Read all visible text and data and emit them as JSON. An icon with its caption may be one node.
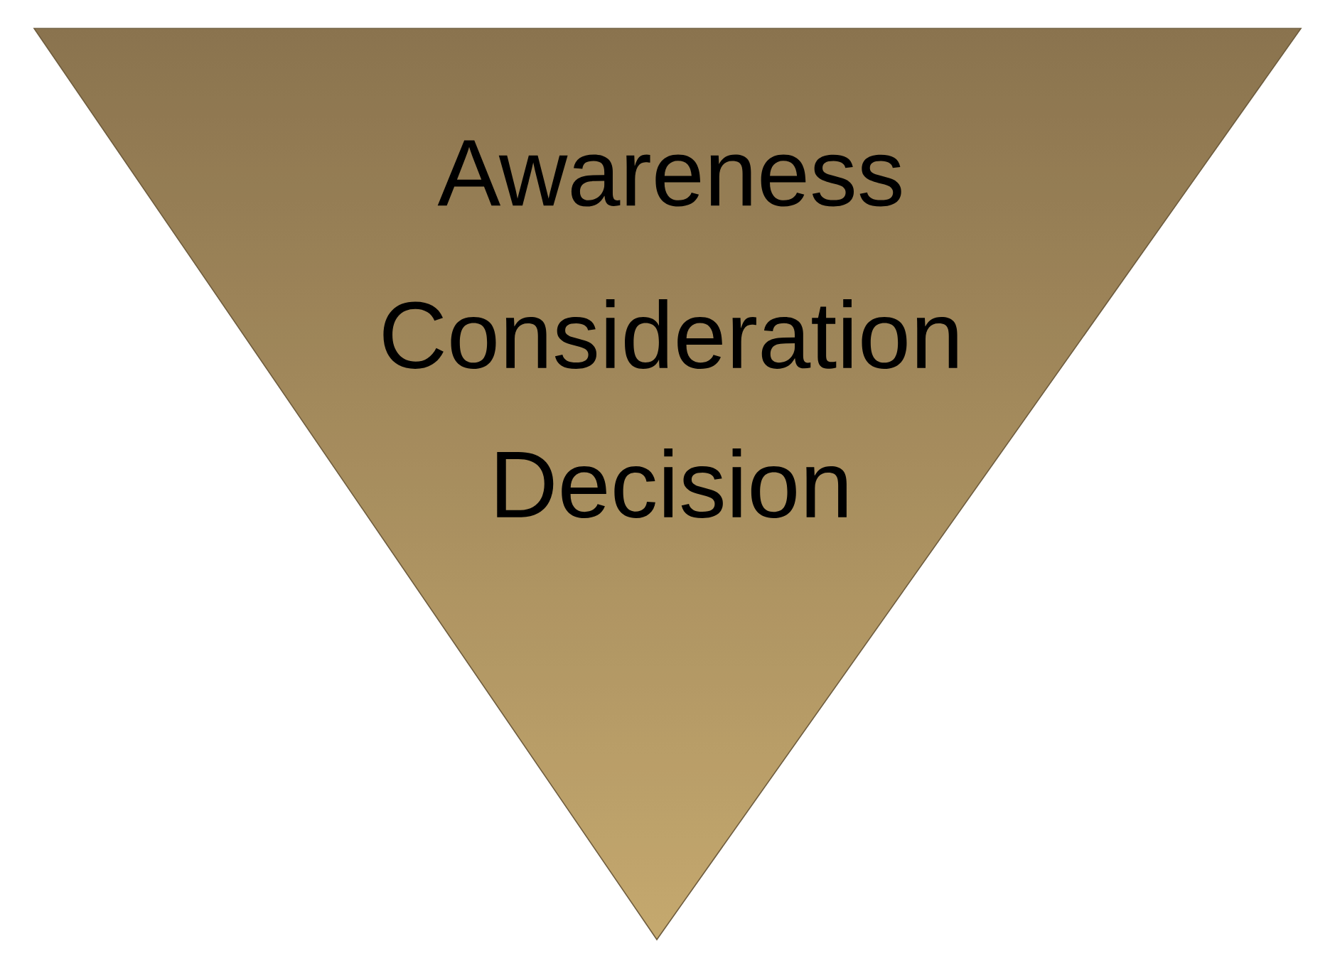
{
  "diagram": {
    "nodes": [
      {
        "text": [
          "Awareness",
          "Consideration",
          "Decision"
        ]
      }
    ]
  }
}
